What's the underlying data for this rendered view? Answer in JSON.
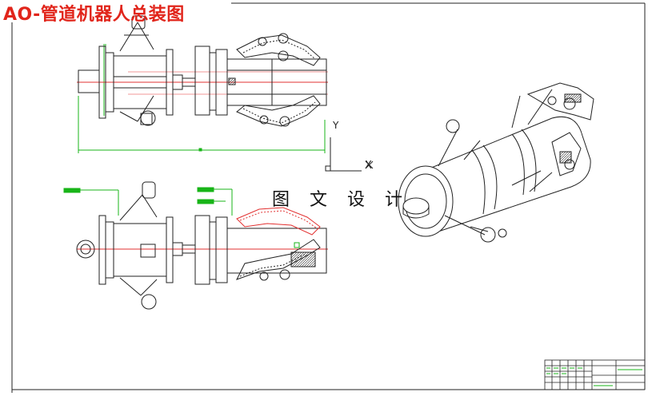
{
  "drawing": {
    "title": "AO-管道机器人总装图",
    "watermark": "图 文 设 计",
    "ucs": {
      "y_label": "Y",
      "x_label": "X"
    }
  },
  "colors": {
    "title_red": "#e1251b",
    "centerline_red": "#e23030",
    "dimension_green": "#18b418",
    "geometry": "#222222"
  }
}
